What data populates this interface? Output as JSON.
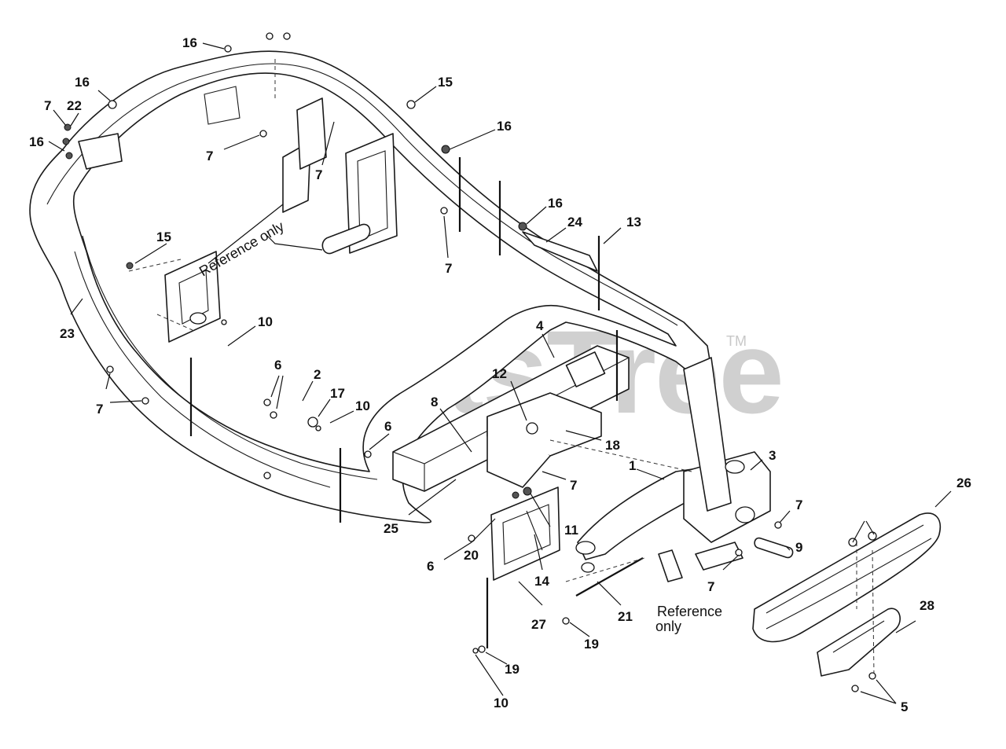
{
  "watermark": {
    "text": "PartsTree",
    "trademark": "TM"
  },
  "notes": {
    "reference_only_1": "Reference only",
    "reference_only_2_line1": "Reference",
    "reference_only_2_line2": "only"
  },
  "callouts": {
    "c1": "1",
    "c2": "2",
    "c3": "3",
    "c4": "4",
    "c5": "5",
    "c6a": "6",
    "c6b": "6",
    "c6c": "6",
    "c7a": "7",
    "c7b": "7",
    "c7c": "7",
    "c7d": "7",
    "c7e": "7",
    "c7f": "7",
    "c7g": "7",
    "c7h": "7",
    "c8": "8",
    "c9": "9",
    "c10a": "10",
    "c10b": "10",
    "c10c": "10",
    "c11": "11",
    "c12": "12",
    "c13": "13",
    "c14": "14",
    "c15a": "15",
    "c15b": "15",
    "c16a": "16",
    "c16b": "16",
    "c16c": "16",
    "c16d": "16",
    "c16e": "16",
    "c17": "17",
    "c18": "18",
    "c19a": "19",
    "c19b": "19",
    "c20": "20",
    "c21": "21",
    "c22": "22",
    "c23": "23",
    "c24": "24",
    "c25": "25",
    "c26": "26",
    "c27": "27",
    "c28": "28"
  }
}
